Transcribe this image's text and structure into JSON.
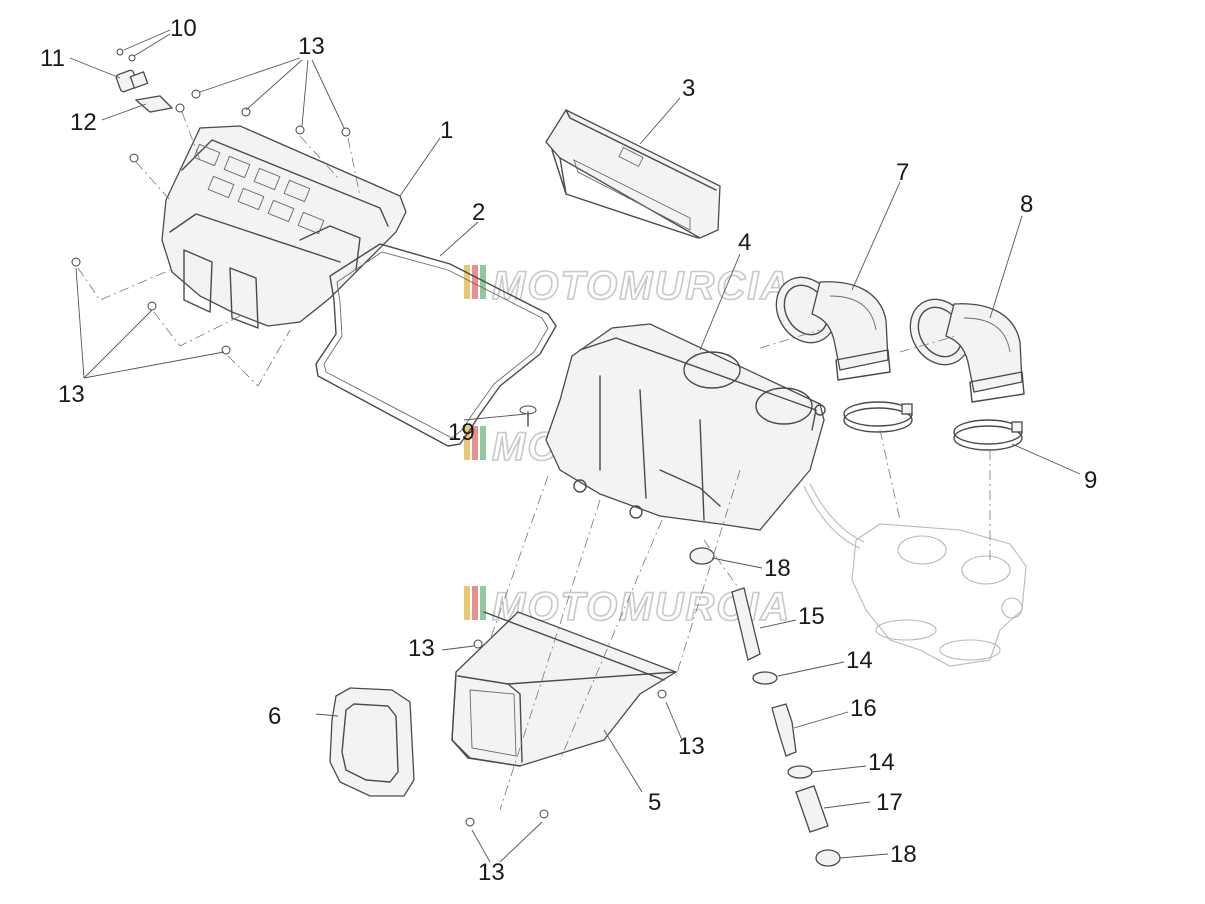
{
  "watermark": {
    "text": "MOTOMURCIA",
    "colors": [
      "#e8c870",
      "#e89090",
      "#90c8a0",
      "#e0e0e0"
    ]
  },
  "callouts": {
    "c1": "1",
    "c2": "2",
    "c3": "3",
    "c4": "4",
    "c5": "5",
    "c6": "6",
    "c7": "7",
    "c8": "8",
    "c9": "9",
    "c10": "10",
    "c11": "11",
    "c12": "12",
    "c13a": "13",
    "c13b": "13",
    "c13c": "13",
    "c13d": "13",
    "c13e": "13",
    "c14a": "14",
    "c14b": "14",
    "c15": "15",
    "c16": "16",
    "c17": "17",
    "c18a": "18",
    "c18b": "18",
    "c19": "19"
  }
}
